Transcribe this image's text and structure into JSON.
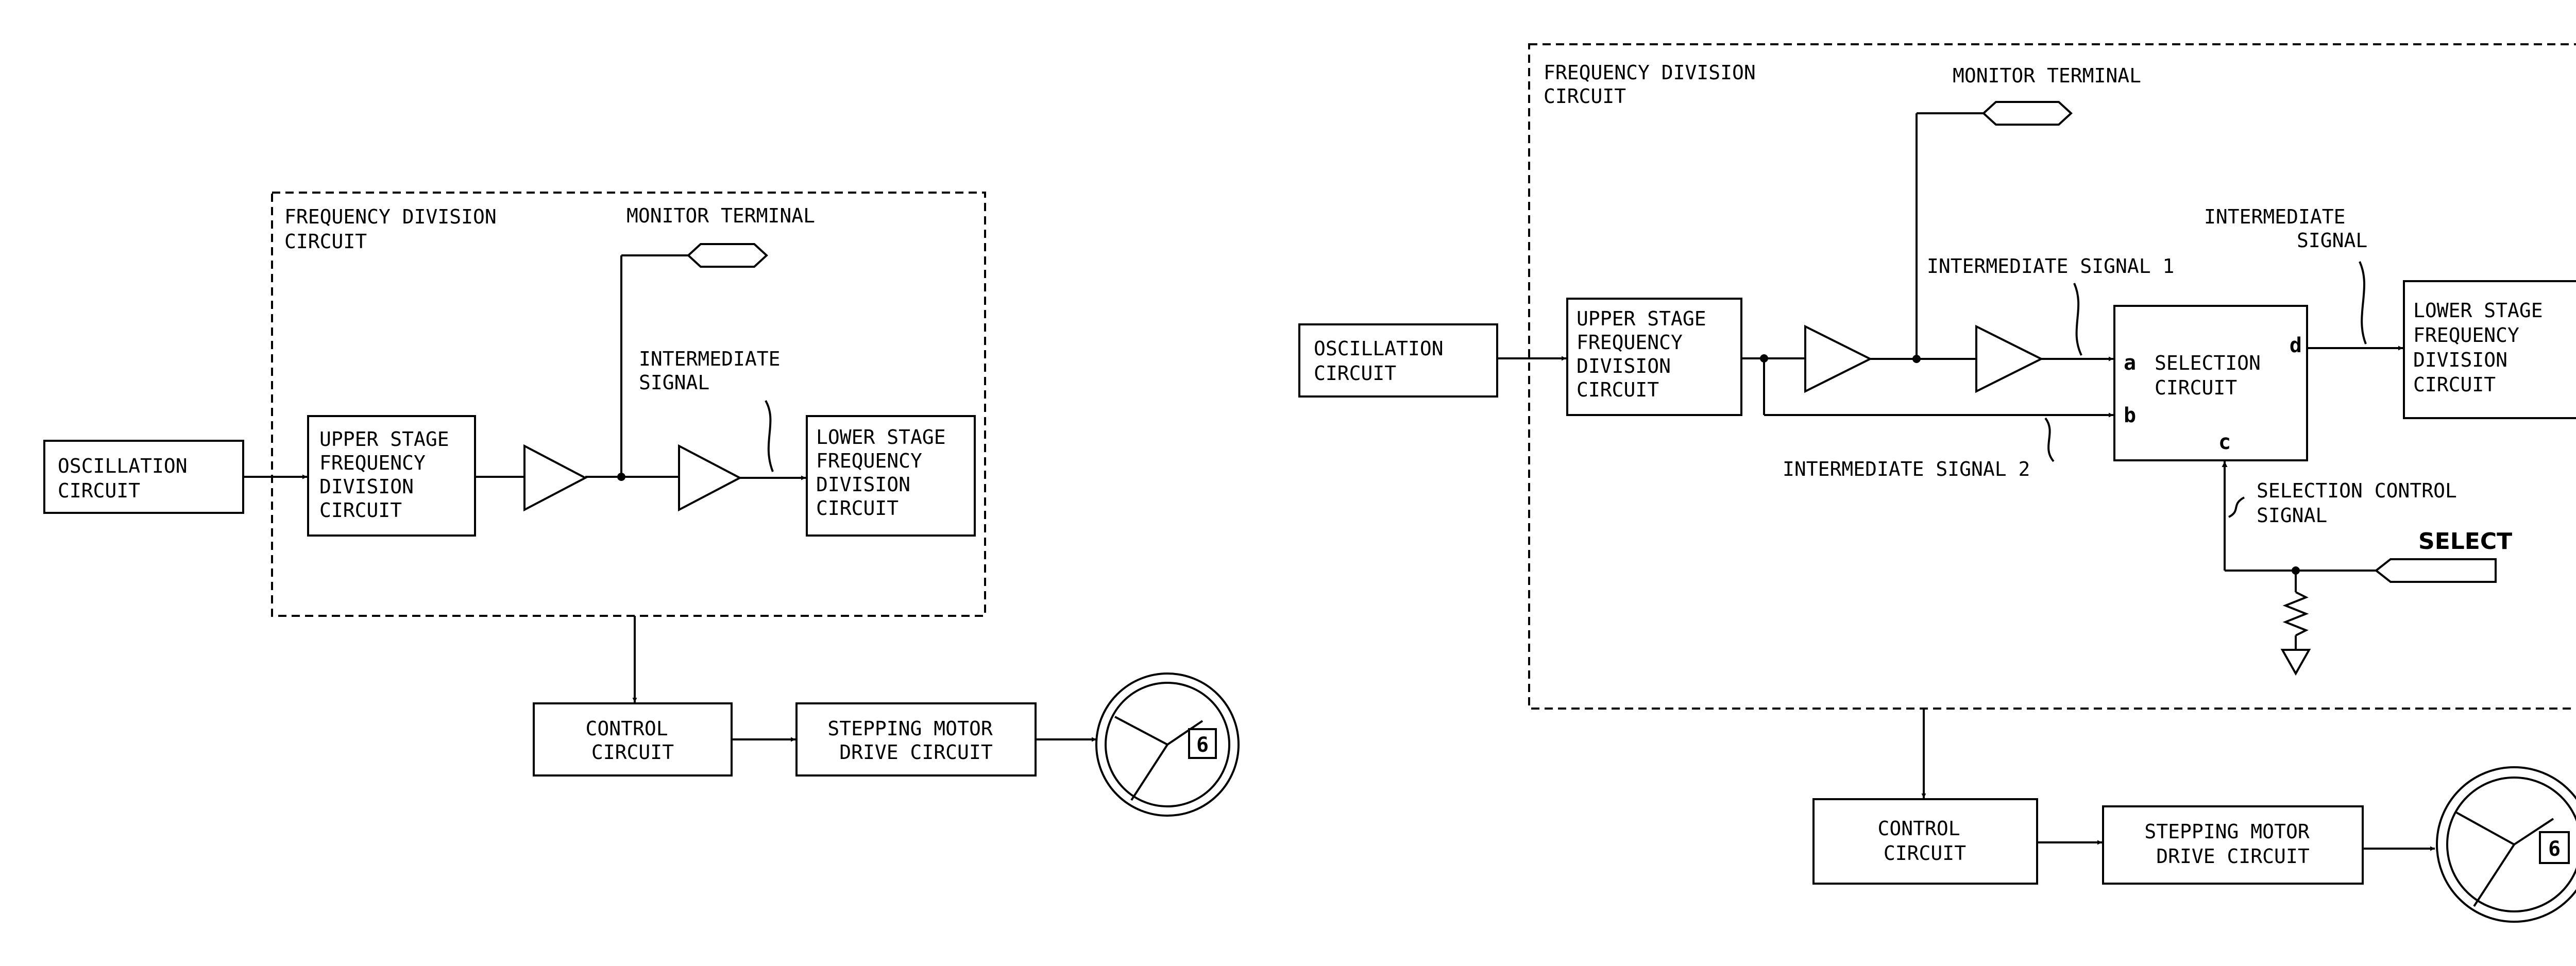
{
  "left_figure": {
    "frequency_division_circuit": [
      "FREQUENCY DIVISION",
      "CIRCUIT"
    ],
    "monitor_terminal": "MONITOR TERMINAL",
    "intermediate_signal": [
      "INTERMEDIATE",
      "SIGNAL"
    ],
    "oscillation_circuit": [
      "OSCILLATION",
      "CIRCUIT"
    ],
    "upper_stage": [
      "UPPER STAGE",
      "FREQUENCY",
      "DIVISION",
      "CIRCUIT"
    ],
    "lower_stage": [
      "LOWER STAGE",
      "FREQUENCY",
      "DIVISION",
      "CIRCUIT"
    ],
    "control_circuit": [
      "CONTROL",
      "CIRCUIT"
    ],
    "stepping_motor": [
      "STEPPING MOTOR",
      "DRIVE CIRCUIT"
    ],
    "watch_date": "6"
  },
  "right_figure": {
    "frequency_division_circuit": [
      "FREQUENCY DIVISION",
      "CIRCUIT"
    ],
    "monitor_terminal": "MONITOR TERMINAL",
    "intermediate_signal_1": "INTERMEDIATE SIGNAL 1",
    "intermediate_signal_2": "INTERMEDIATE SIGNAL 2",
    "intermediate_signal": [
      "INTERMEDIATE",
      "SIGNAL"
    ],
    "oscillation_circuit": [
      "OSCILLATION",
      "CIRCUIT"
    ],
    "upper_stage": [
      "UPPER STAGE",
      "FREQUENCY",
      "DIVISION",
      "CIRCUIT"
    ],
    "selection_circuit": [
      "SELECTION",
      "CIRCUIT"
    ],
    "port_a": "a",
    "port_b": "b",
    "port_c": "c",
    "port_d": "d",
    "lower_stage": [
      "LOWER STAGE",
      "FREQUENCY",
      "DIVISION",
      "CIRCUIT"
    ],
    "selection_control_signal": [
      "SELECTION CONTROL",
      "SIGNAL"
    ],
    "select_terminal": "SELECT",
    "control_circuit": [
      "CONTROL",
      "CIRCUIT"
    ],
    "stepping_motor": [
      "STEPPING MOTOR",
      "DRIVE CIRCUIT"
    ],
    "watch_date": "6"
  }
}
